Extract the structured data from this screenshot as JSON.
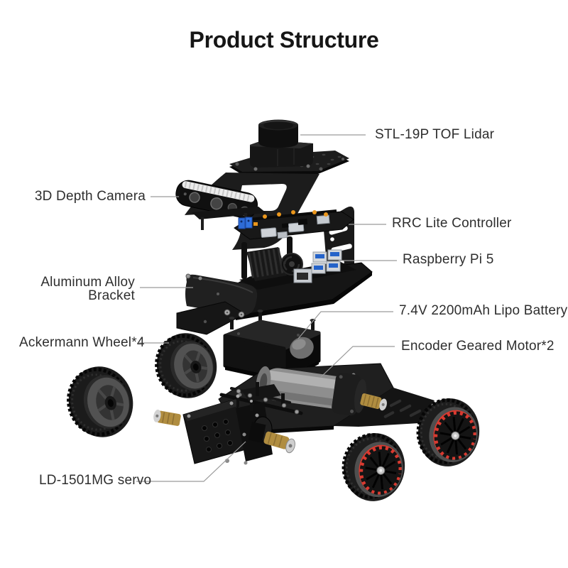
{
  "title": "Product Structure",
  "labels": {
    "lidar": {
      "text": "STL-19P TOF Lidar"
    },
    "depth_camera": {
      "text": "3D Depth Camera"
    },
    "controller": {
      "text": "RRC Lite Controller"
    },
    "raspberry_pi": {
      "text": "Raspberry Pi 5"
    },
    "bracket": {
      "line1": "Aluminum Alloy",
      "line2": "Bracket"
    },
    "battery": {
      "text": "7.4V 2200mAh Lipo Battery"
    },
    "wheel": {
      "text": "Ackermann Wheel*4"
    },
    "motor": {
      "text": "Encoder Geared Motor*2"
    },
    "servo": {
      "text": "LD-1501MG servo"
    }
  },
  "colors": {
    "background": "#ffffff",
    "leader_line": "#9b9b9b",
    "label_text": "#2e2e2e",
    "title_text": "#161616",
    "part_black": "#1a1a1a",
    "wheel_rim_red": "#d93a30",
    "brass": "#b08d40",
    "motor_silver": "#8e8e8e",
    "usb_blue": "#2563c9",
    "component_orange": "#ea961c"
  }
}
